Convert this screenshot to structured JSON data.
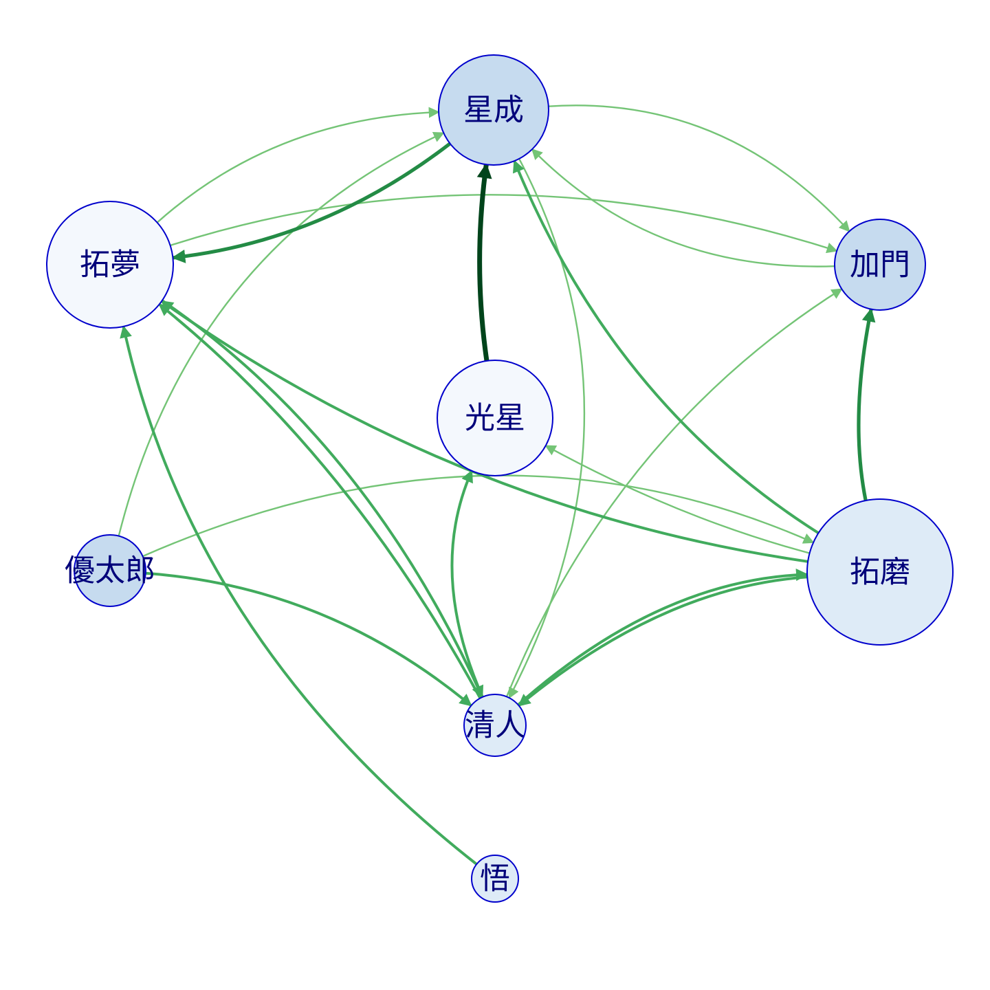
{
  "nodes": [
    {
      "id": "seisei",
      "label": "星成"
    },
    {
      "id": "takumu",
      "label": "拓夢"
    },
    {
      "id": "kamon",
      "label": "加門"
    },
    {
      "id": "kosei",
      "label": "光星"
    },
    {
      "id": "yutaro",
      "label": "優太郎"
    },
    {
      "id": "takuma",
      "label": "拓磨"
    },
    {
      "id": "kiyoto",
      "label": "清人"
    },
    {
      "id": "satoru",
      "label": "悟"
    }
  ],
  "edges": [
    {
      "from": "kosei",
      "to": "seisei",
      "weight": 5
    },
    {
      "from": "seisei",
      "to": "takumu",
      "weight": 4
    },
    {
      "from": "takuma",
      "to": "kamon",
      "weight": 4
    },
    {
      "from": "takuma",
      "to": "seisei",
      "weight": 3
    },
    {
      "from": "takuma",
      "to": "takumu",
      "weight": 3
    },
    {
      "from": "takuma",
      "to": "kiyoto",
      "weight": 3
    },
    {
      "from": "kiyoto",
      "to": "takuma",
      "weight": 3
    },
    {
      "from": "kiyoto",
      "to": "kosei",
      "weight": 3
    },
    {
      "from": "kiyoto",
      "to": "takumu",
      "weight": 3
    },
    {
      "from": "takumu",
      "to": "kiyoto",
      "weight": 3
    },
    {
      "from": "yutaro",
      "to": "kiyoto",
      "weight": 3
    },
    {
      "from": "satoru",
      "to": "takumu",
      "weight": 3
    },
    {
      "from": "takumu",
      "to": "seisei",
      "weight": 2
    },
    {
      "from": "takumu",
      "to": "kamon",
      "weight": 2
    },
    {
      "from": "seisei",
      "to": "kamon",
      "weight": 2
    },
    {
      "from": "kamon",
      "to": "seisei",
      "weight": 2
    },
    {
      "from": "seisei",
      "to": "kiyoto",
      "weight": 2
    },
    {
      "from": "kiyoto",
      "to": "kamon",
      "weight": 2
    },
    {
      "from": "yutaro",
      "to": "seisei",
      "weight": 2
    },
    {
      "from": "yutaro",
      "to": "takuma",
      "weight": 2
    },
    {
      "from": "takuma",
      "to": "kosei",
      "weight": 2
    }
  ],
  "colors": {
    "node_fill_dark": "#c6dbef",
    "node_fill_mid": "#deebf7",
    "node_fill_light": "#f4f8fd",
    "node_border": "#0000cc",
    "label": "#00007a",
    "edge_w2": "#74c476",
    "edge_w3": "#41ab5d",
    "edge_w4": "#238b45",
    "edge_w5": "#00441b"
  }
}
